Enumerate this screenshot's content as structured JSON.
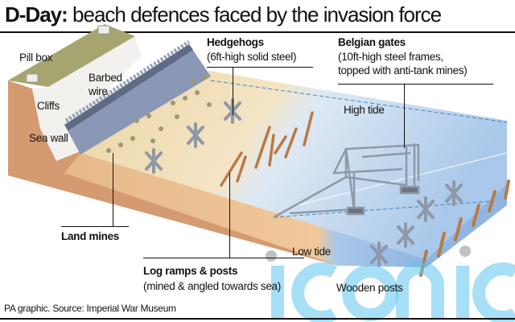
{
  "title": {
    "bold": "D-Day:",
    "rest": " beach defences faced by the invasion force"
  },
  "labels": {
    "pill_box": "Pill box",
    "barbed_wire_1": "Barbed",
    "barbed_wire_2": "wire",
    "cliffs": "Cliffs",
    "sea_wall": "Sea wall",
    "land_mines": "Land mines",
    "hedgehogs_title": "Hedgehogs",
    "hedgehogs_desc": "(6ft-high solid steel)",
    "belgian_title": "Belgian gates",
    "belgian_desc_1": "(10ft-high steel frames,",
    "belgian_desc_2": "topped with anti-tank mines)",
    "high_tide": "High tide",
    "low_tide": "Low tide",
    "log_title": "Log ramps & posts",
    "log_desc": "(mined & angled towards sea)",
    "wooden_posts": "Wooden posts"
  },
  "source": "PA graphic. Source: Imperial War Museum",
  "watermark": "iconic",
  "colors": {
    "sand": "#f1dcb0",
    "earth": "#d9a37a",
    "sea": "#a9c8ea",
    "steel": "#8f98a6",
    "wood": "#b87a45"
  }
}
